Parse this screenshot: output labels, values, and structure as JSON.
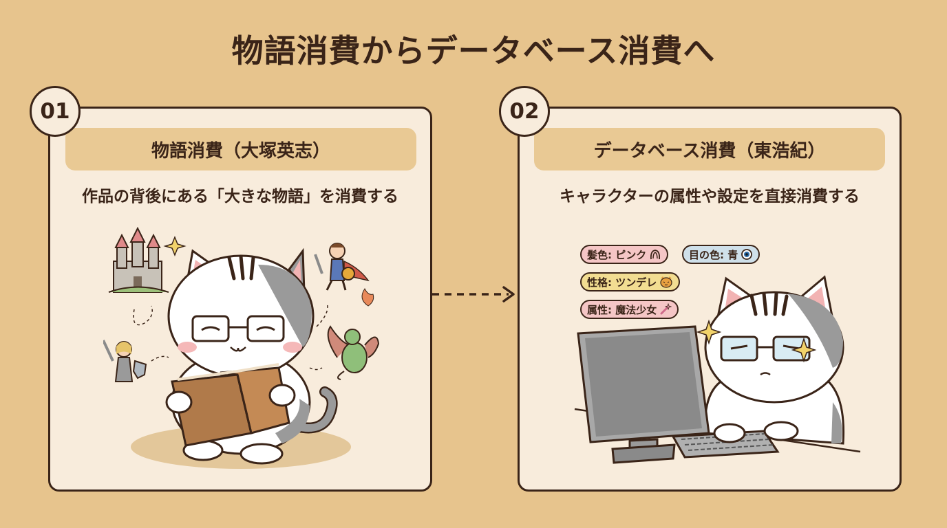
{
  "title": "物語消費からデータベース消費へ",
  "left_panel": {
    "number": "01",
    "heading": "物語消費（大塚英志）",
    "description": "作品の背後にある「大きな物語」を消費する"
  },
  "right_panel": {
    "number": "02",
    "heading": "データベース消費（東浩紀）",
    "description": "キャラクターの属性や設定を直接消費する",
    "tags": [
      {
        "label": "髪色: ピンク",
        "icon": "hair-icon",
        "color": "#f5c6c6"
      },
      {
        "label": "目の色: 青",
        "icon": "eye-icon",
        "color": "#cfe0ea"
      },
      {
        "label": "性格: ツンデレ",
        "icon": "cat-face-icon",
        "color": "#f2dd92"
      },
      {
        "label": "属性: 魔法少女",
        "icon": "magic-wand-icon",
        "color": "#f5c6c6"
      }
    ]
  },
  "colors": {
    "background": "#e7c48d",
    "card": "#f8ecdc",
    "pill": "#e9c994",
    "outline": "#3a2418"
  }
}
